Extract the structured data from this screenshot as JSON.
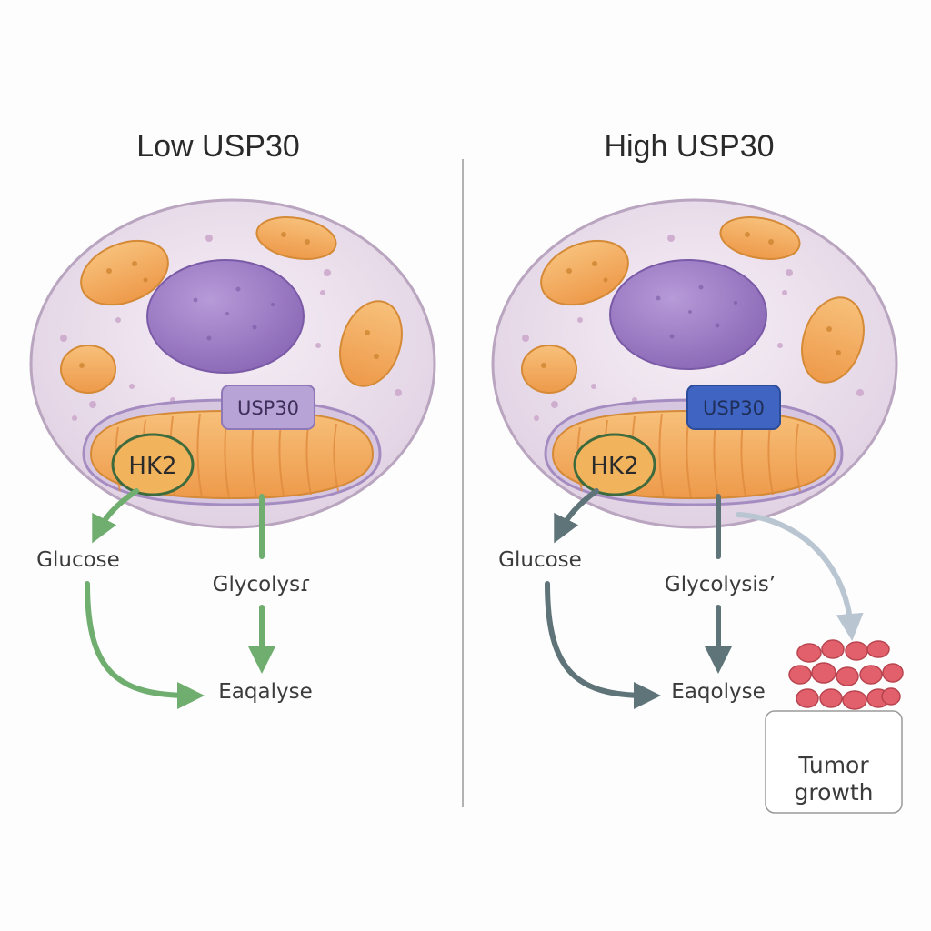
{
  "panels": {
    "left": {
      "title": "Low USP30",
      "usp30_label": "USP30",
      "hk2_label": "HK2",
      "glucose_label": "Glucose",
      "glycolysis_label": "Glycolysɾ",
      "product_label": "Eaqalyse",
      "arrow_color": "#6fae6f",
      "usp30_box_color": "#b8a3d6"
    },
    "right": {
      "title": "High USP30",
      "usp30_label": "USP30",
      "hk2_label": "HK2",
      "glucose_label": "Glucose",
      "glycolysis_label": "Glycolysis’",
      "product_label": "Eaqolyse",
      "tumor_label_line1": "Tumor",
      "tumor_label_line2": "growth",
      "arrow_color": "#5e7478",
      "usp30_box_color": "#3f64c2",
      "tumor_arrow_color": "#b9c6d2"
    }
  },
  "colors": {
    "cell_fill": "#ece1ec",
    "cell_outline": "#b9a5bf",
    "nucleus": "#9c7cc4",
    "mitochondria_small": "#f1a53d",
    "mitochondria_large": "#f2a65a",
    "tumor_cells": "#e2606b"
  },
  "icons": [
    "cell-icon",
    "nucleus-icon",
    "mitochondrion-icon",
    "tumor-cluster-icon"
  ]
}
